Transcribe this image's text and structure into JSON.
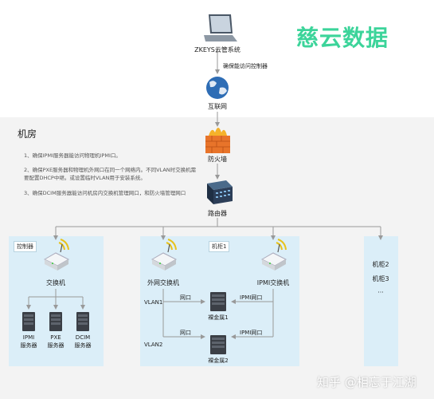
{
  "watermark": "慈云数据",
  "credit": "知乎 @相忘于江湖",
  "top": {
    "laptop_label": "ZKEYS云管系统",
    "link_note": "确保能访问控制器",
    "internet_label": "互联网"
  },
  "room": {
    "title": "机房",
    "notes": [
      "1、确保IPMI服务器能访问物理机IPMI口。",
      "2、确保PXE服务器和物理机外网口在同一个网络内。不同VLAN时交换机需要配置DHCP中继。或设置临时VLAN用于安装系统。",
      "3、确保DCIM服务器能访问机房内交换机管理网口，和防火墙管理网口"
    ],
    "firewall_label": "防火墙",
    "router_label": "路由器"
  },
  "controller_panel": {
    "tag": "控制器",
    "switch_label": "交换机",
    "servers": [
      {
        "line1": "IPMI",
        "line2": "服务器"
      },
      {
        "line1": "PXE",
        "line2": "服务器"
      },
      {
        "line1": "DCIM",
        "line2": "服务器"
      }
    ]
  },
  "cabinet1": {
    "tag": "机柜1",
    "ext_switch": "外网交换机",
    "ipmi_switch": "IPMI交换机",
    "vlan1": "VLAN1",
    "vlan2": "VLAN2",
    "port1": "网口",
    "port2": "网口",
    "ipmi_port1": "IPMI网口",
    "ipmi_port2": "IPMI网口",
    "metal1": "裸金属1",
    "metal2": "裸金属2"
  },
  "other_cabinets": [
    "机柜2",
    "机柜3",
    "···"
  ],
  "colors": {
    "room_bg": "#f3f3f3",
    "panel_bg": "#dbeef8",
    "line": "#999999",
    "watermark": "#3cd49a",
    "firewall": "#e8742a",
    "router": "#2c3e58"
  }
}
